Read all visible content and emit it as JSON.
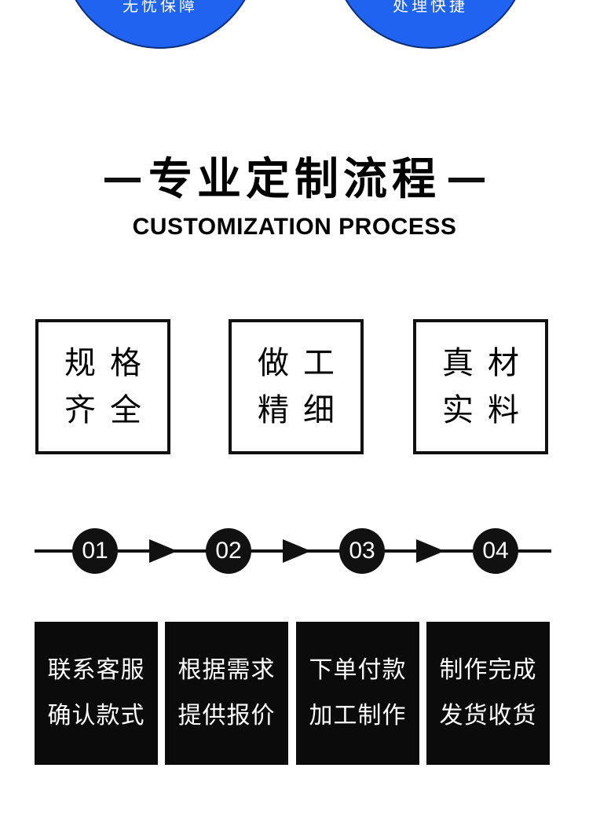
{
  "badges": [
    {
      "label": "无忧保障"
    },
    {
      "label": "处理快捷"
    }
  ],
  "section": {
    "title": "专业定制流程",
    "subtitle": "CUSTOMIZATION PROCESS"
  },
  "features": [
    {
      "line1": "规格",
      "line2": "齐全"
    },
    {
      "line1": "做工",
      "line2": "精细"
    },
    {
      "line1": "真材",
      "line2": "实料"
    }
  ],
  "steps": [
    {
      "number": "01",
      "line1": "联系客服",
      "line2": "确认款式"
    },
    {
      "number": "02",
      "line1": "根据需求",
      "line2": "提供报价"
    },
    {
      "number": "03",
      "line1": "下单付款",
      "line2": "加工制作"
    },
    {
      "number": "04",
      "line1": "制作完成",
      "line2": "发货收货"
    }
  ],
  "colors": {
    "badge_blue": "#1f63f0",
    "dark": "#111111"
  }
}
